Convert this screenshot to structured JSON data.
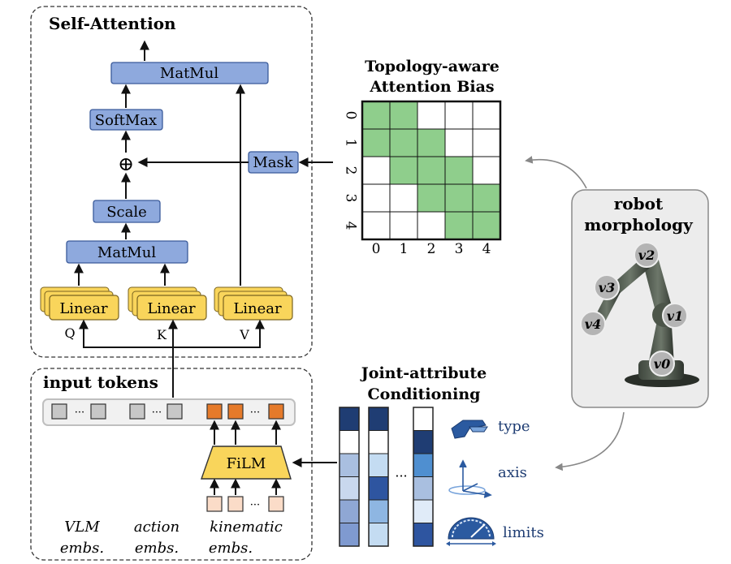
{
  "self_attention": {
    "title": "Self-Attention",
    "matmul_top": "MatMul",
    "softmax": "SoftMax",
    "add_symbol": "⊕",
    "scale": "Scale",
    "matmul_bottom": "MatMul",
    "mask": "Mask",
    "linear_q": "Linear",
    "linear_k": "Linear",
    "linear_v": "Linear",
    "label_q": "Q",
    "label_k": "K",
    "label_v": "V"
  },
  "attention_bias": {
    "title_line1": "Topology-aware",
    "title_line2": "Attention Bias",
    "row_labels": [
      "0",
      "1",
      "2",
      "3",
      "4"
    ],
    "col_labels": [
      "0",
      "1",
      "2",
      "3",
      "4"
    ],
    "grid": [
      [
        1,
        1,
        0,
        0,
        0
      ],
      [
        1,
        1,
        1,
        0,
        0
      ],
      [
        0,
        1,
        1,
        1,
        0
      ],
      [
        0,
        0,
        1,
        1,
        1
      ],
      [
        0,
        0,
        0,
        1,
        1
      ]
    ],
    "fill_color": "#8fce8c"
  },
  "robot": {
    "title_line1": "robot",
    "title_line2": "morphology",
    "joint_labels": [
      "v2",
      "v3",
      "v1",
      "v4",
      "v0"
    ]
  },
  "input_tokens": {
    "title": "input tokens",
    "dots": "···",
    "film": "FiLM",
    "label_vlm_1": "VLM",
    "label_vlm_2": "embs.",
    "label_action_1": "action",
    "label_action_2": "embs.",
    "label_kin_1": "kinematic",
    "label_kin_2": "embs."
  },
  "conditioning": {
    "title_line1": "Joint-attribute",
    "title_line2": "Conditioning",
    "dots": "···",
    "legend": [
      "type",
      "axis",
      "limits"
    ],
    "column1": [
      "#1f3d73",
      "#ffffff",
      "#a9bfe0",
      "#c9d8ee",
      "#8fa7d4",
      "#7f9ad0"
    ],
    "column2": [
      "#1f3d73",
      "#ffffff",
      "#c4dcf2",
      "#2e55a0",
      "#8eb6e2",
      "#c4dcf2"
    ],
    "column3": [
      "#ffffff",
      "#1f3d73",
      "#4f8fd0",
      "#a9bfe0",
      "#e0ebf8",
      "#2e55a0"
    ]
  },
  "colors": {
    "block_blue": "#8ea9dd",
    "block_yellow": "#f9d55b",
    "token_gray": "#c7c7c7",
    "token_orange": "#e57a2a",
    "token_peach": "#fbdcc8",
    "accent_blue": "#2b5aa0"
  }
}
